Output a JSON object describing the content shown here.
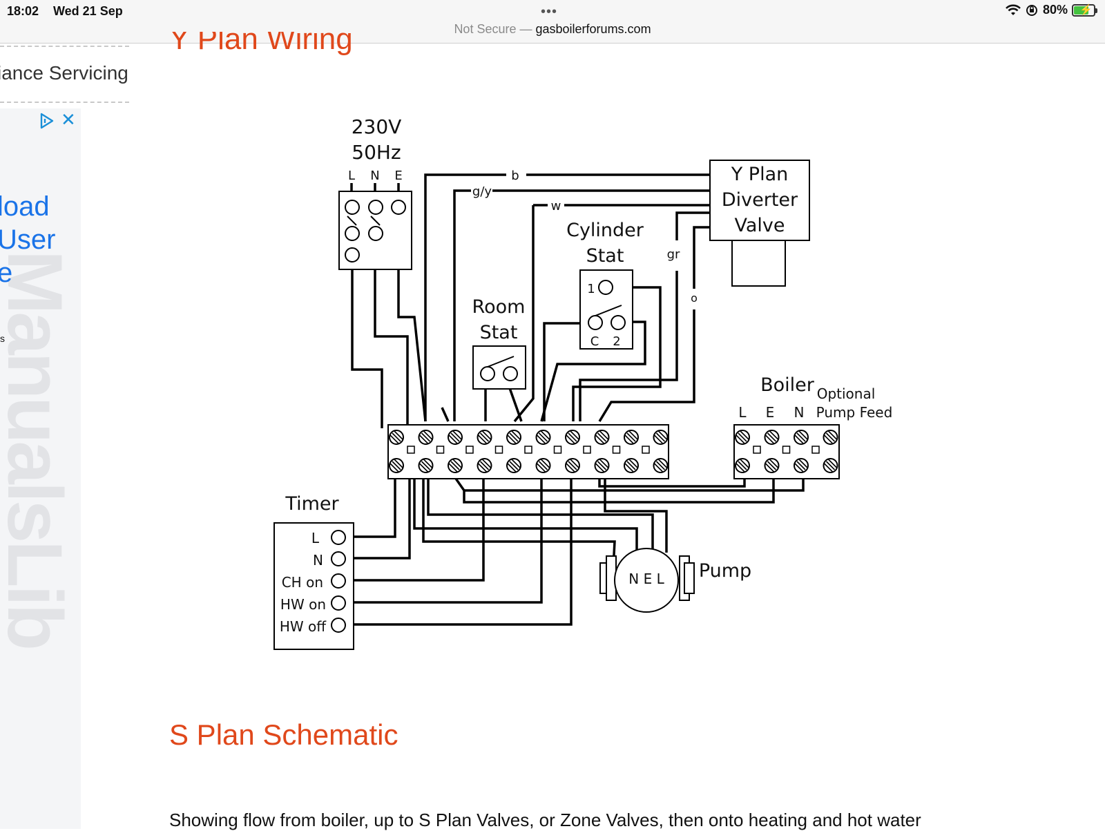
{
  "status_bar": {
    "time": "18:02",
    "date": "Wed 21 Sep",
    "dots": "•••",
    "security": "Not Secure —",
    "domain": "gasboilerforums.com",
    "battery": "80%",
    "battery_level": 0.8,
    "icons": [
      "wifi-icon",
      "orientation-lock-icon",
      "battery-icon"
    ]
  },
  "sidebar": {
    "link_text": "iance Servicing",
    "ad": {
      "lines": [
        "load",
        "User",
        "e"
      ],
      "small_mark": "s",
      "watermark": "ManualsLib",
      "icons": [
        "ad-choices-icon",
        "close-icon"
      ]
    }
  },
  "article": {
    "clipped_heading": "Y Plan Wiring",
    "section_heading": "S Plan Schematic",
    "body_text": "Showing flow from boiler, up to S Plan Valves, or Zone Valves, then onto heating and hot water"
  },
  "diagram": {
    "supply": {
      "line1": "230V",
      "line2": "50Hz",
      "terminals": [
        "L",
        "N",
        "E"
      ]
    },
    "valve": {
      "line1": "Y Plan",
      "line2": "Diverter",
      "line3": "Valve"
    },
    "cylinder_stat": {
      "line1": "Cylinder",
      "line2": "Stat",
      "t1": "1",
      "tc": "C",
      "t2": "2"
    },
    "room_stat": {
      "line1": "Room",
      "line2": "Stat"
    },
    "boiler": {
      "title": "Boiler",
      "terminals": [
        "L",
        "E",
        "N"
      ],
      "optional1": "Optional",
      "optional2": "Pump Feed"
    },
    "timer": {
      "title": "Timer",
      "terminals": [
        "L",
        "N",
        "CH on",
        "HW on",
        "HW off"
      ]
    },
    "pump": {
      "title": "Pump",
      "terminals": "N E L"
    },
    "wire_labels": {
      "blue": "b",
      "green_yellow": "g/y",
      "white": "w",
      "grey": "gr",
      "orange": "o"
    }
  }
}
